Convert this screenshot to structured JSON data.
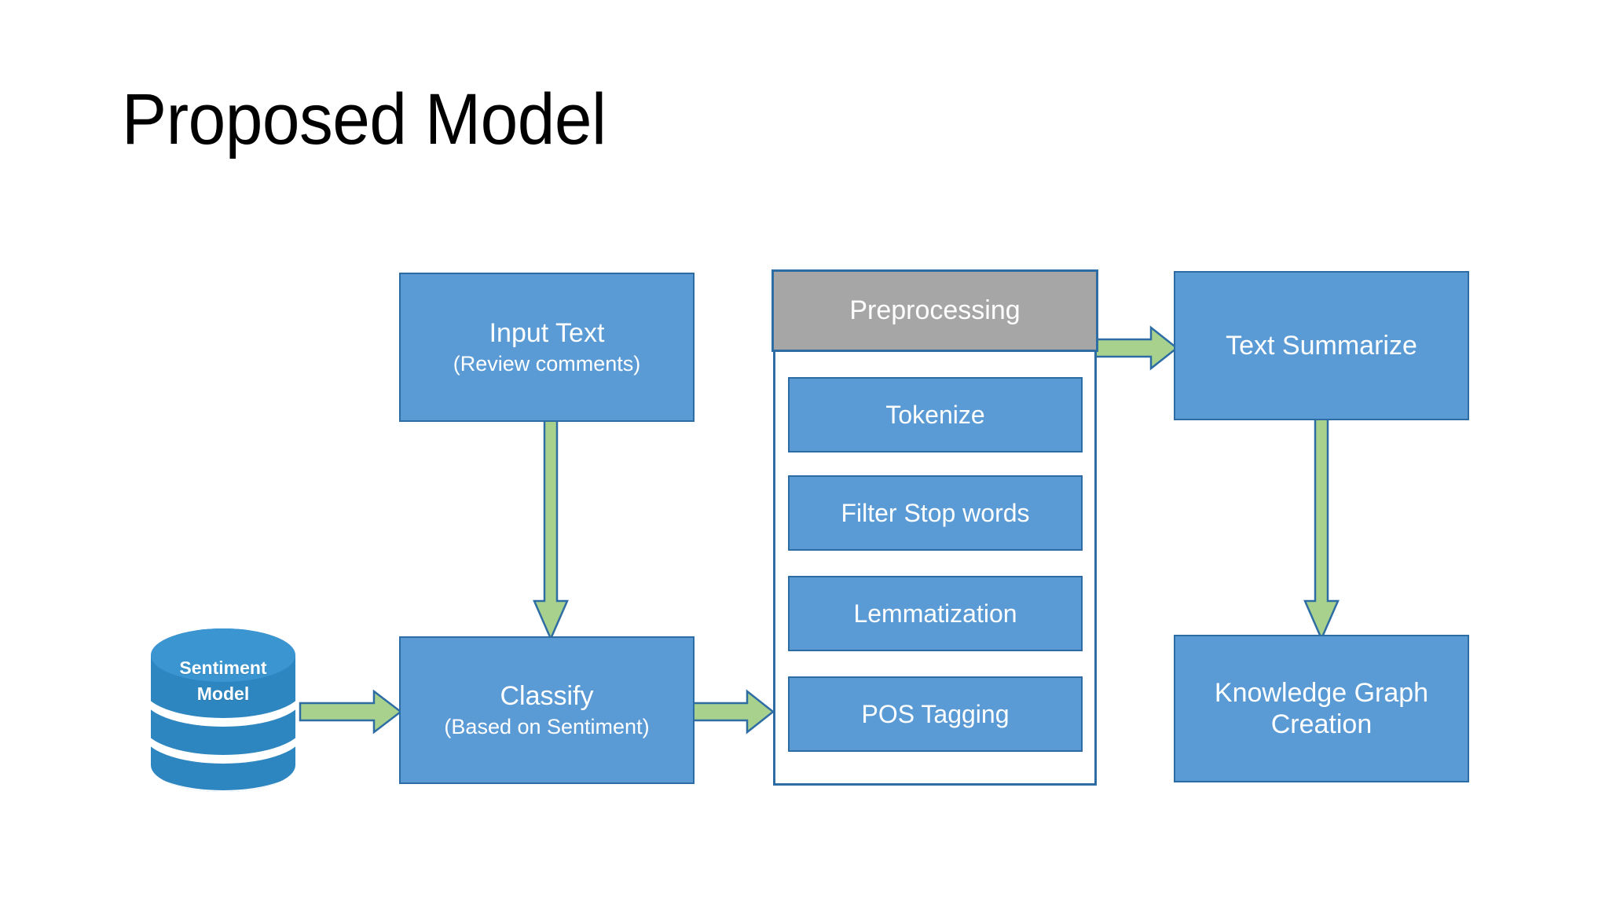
{
  "slide": {
    "title": "Proposed Model",
    "background_color": "#FFFFFF"
  },
  "palette": {
    "box_fill": "#5B9BD5",
    "box_border": "#2E6DA4",
    "header_fill": "#A6A6A6",
    "arrow_fill": "#A9D18E",
    "arrow_border": "#2E6DA4",
    "db_fill": "#2E86C1",
    "text_on_fill": "#FFFFFF",
    "title_color": "#000000"
  },
  "nodes": {
    "sentiment_model": {
      "label_line1": "Sentiment",
      "label_line2": "Model",
      "icon": "database-cylinder-icon"
    },
    "input_text": {
      "label_main": "Input Text",
      "label_sub": "(Review comments)"
    },
    "classify": {
      "label_main": "Classify",
      "label_sub": "(Based on Sentiment)"
    },
    "preprocessing": {
      "header_label": "Preprocessing",
      "steps": [
        {
          "label": "Tokenize"
        },
        {
          "label": "Filter Stop words"
        },
        {
          "label": "Lemmatization"
        },
        {
          "label": "POS Tagging"
        }
      ]
    },
    "text_summarize": {
      "label_main": "Text Summarize"
    },
    "knowledge_graph": {
      "label_line1": "Knowledge Graph",
      "label_line2": "Creation"
    }
  },
  "edges": [
    {
      "id": "input-to-classify",
      "from": "input_text",
      "to": "classify",
      "direction": "down"
    },
    {
      "id": "sentiment-to-classify",
      "from": "sentiment_model",
      "to": "classify",
      "direction": "right"
    },
    {
      "id": "classify-to-preprocessing",
      "from": "classify",
      "to": "preprocessing",
      "direction": "right"
    },
    {
      "id": "preprocessing-to-summarize",
      "from": "preprocessing",
      "to": "text_summarize",
      "direction": "right"
    },
    {
      "id": "summarize-to-knowledge-graph",
      "from": "text_summarize",
      "to": "knowledge_graph",
      "direction": "down"
    }
  ]
}
